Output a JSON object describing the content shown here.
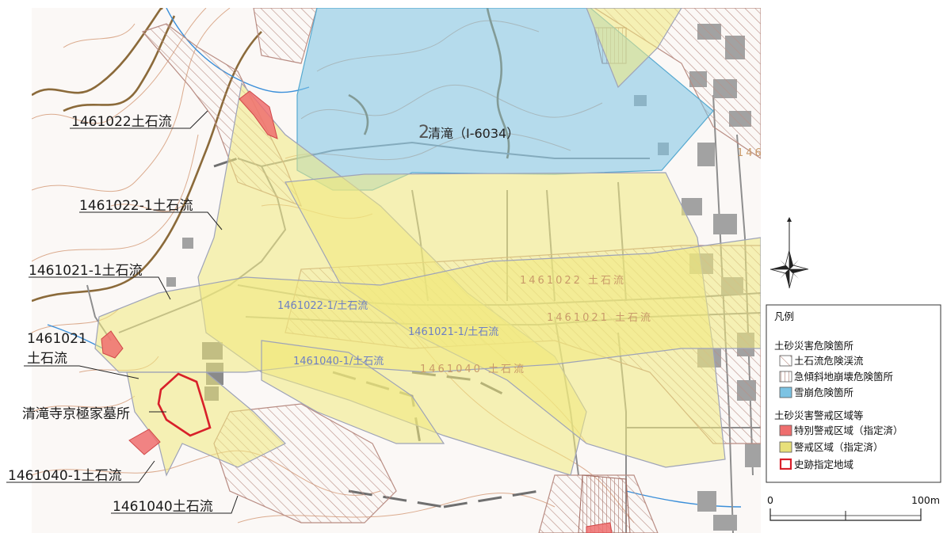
{
  "colors": {
    "debris_flow_hatch": "#b98d84",
    "steep_slope_hatch": "#a06a60",
    "avalanche": "#7cc3e3",
    "special_warning": "#ee6e6e",
    "warning": "#f1ea7e",
    "historic_site": "#d8202a",
    "contour": "#d6a282",
    "index_contour": "#8b6a3a",
    "road": "#8a8a8a",
    "building": "#9a9a9a",
    "water": "#3b8fd9"
  },
  "callouts": {
    "c1": "1461022土石流",
    "c2": "1461022-1土石流",
    "c3": "1461021-1土石流",
    "c4a": "1461021",
    "c4b": "土石流",
    "c5": "清滝寺京極家墓所",
    "c6": "1461040-1土石流",
    "c7": "1461040土石流"
  },
  "map_labels": {
    "avalanche": "清滝（I-6034）",
    "z1": "1461022-1/土石流",
    "z2": "1461021-1/土石流",
    "z3": "1461040-1/土石流",
    "z4": "1461022 土石流",
    "z5": "1461021 土石流",
    "z6": "1461040 土石流",
    "edge": "146"
  },
  "legend": {
    "title": "凡例",
    "group1": "土砂災害危険箇所",
    "item1": "土石流危険渓流",
    "item2": "急傾斜地崩壊危険箇所",
    "item3": "雪崩危険箇所",
    "group2": "土砂災害警戒区域等",
    "item4": "特別警戒区域（指定済）",
    "item5": "警戒区域（指定済）",
    "item6": "史跡指定地域"
  },
  "scale": {
    "start": "0",
    "end": "100m"
  },
  "icons": {
    "north_arrow": "compass-rose-icon"
  }
}
